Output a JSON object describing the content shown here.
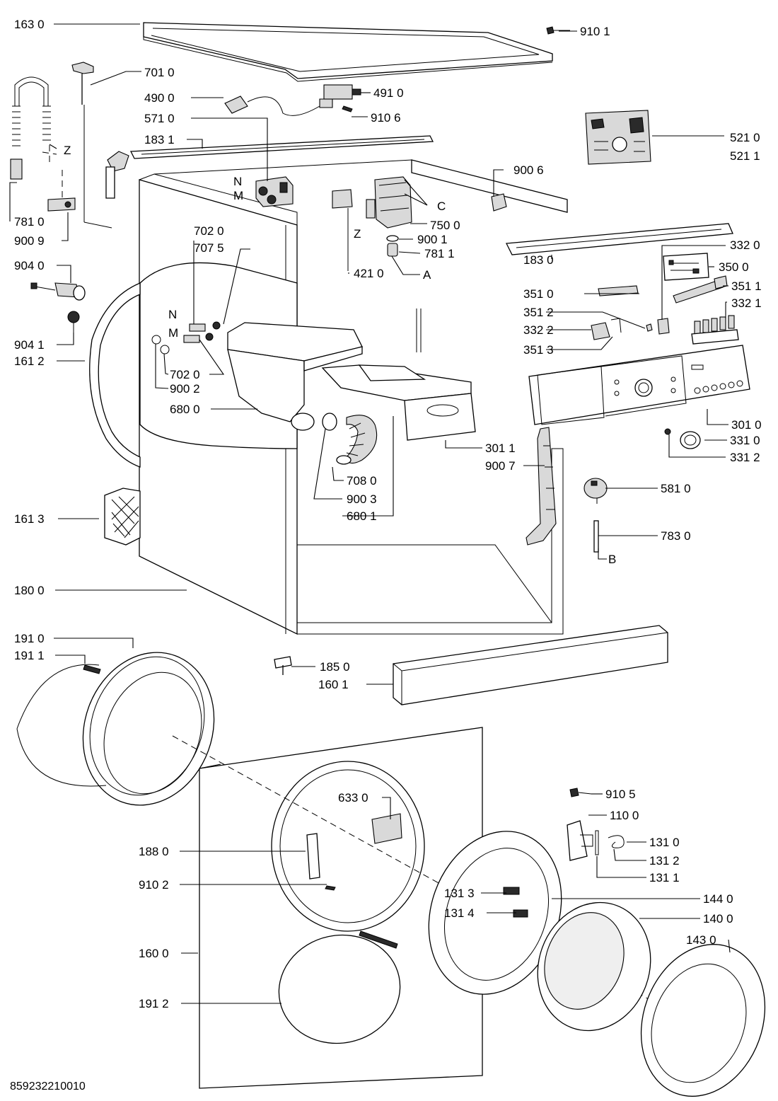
{
  "drawing_number": "859232210010",
  "callouts": {
    "c1630": "163 0",
    "c9101": "910 1",
    "c7010": "701 0",
    "c4900": "490 0",
    "c4910": "491 0",
    "c9106": "910 6",
    "c5710": "571 0",
    "c1831": "183 1",
    "c5210": "521 0",
    "c5211": "521 1",
    "c9006": "900 6",
    "c7810": "781 0",
    "c9009": "900 9",
    "c7500": "750 0",
    "c9001": "900 1",
    "c7811": "781 1",
    "c4210": "421 0",
    "c3320": "332 0",
    "c1830": "183 0",
    "c3500": "350 0",
    "c9040": "904 0",
    "c7020a": "702 0",
    "c7075": "707 5",
    "c3510": "351 0",
    "c3511": "351 1",
    "c3512": "351 2",
    "c3321": "332 1",
    "c3322": "332 2",
    "c3513": "351 3",
    "c9041": "904 1",
    "c1612": "161 2",
    "c7020b": "702 0",
    "c9002": "900 2",
    "c6800": "680 0",
    "c3010": "301 0",
    "c3310": "331 0",
    "c3312": "331 2",
    "c3011": "301 1",
    "c9007": "900 7",
    "c7080": "708 0",
    "c9003": "900 3",
    "c6801": "680 1",
    "c5810": "581 0",
    "c1613": "161 3",
    "c7830": "783 0",
    "c1800": "180 0",
    "c1910": "191 0",
    "c1911": "191 1",
    "c1850": "185 0",
    "c1601": "160 1",
    "c9105": "910 5",
    "c6330": "633 0",
    "c1100": "110 0",
    "c1310": "131 0",
    "c1880": "188 0",
    "c1312": "131 2",
    "c1311": "131 1",
    "c9102": "910 2",
    "c1313": "131 3",
    "c1440": "144 0",
    "c1314": "131 4",
    "c1400": "140 0",
    "c1430": "143 0",
    "c1600": "160 0",
    "c1912": "191 2"
  },
  "markers": {
    "z_upper": "Z",
    "z_lower": "Z",
    "n_upper": "N",
    "m_upper": "M",
    "n_lower": "N",
    "m_lower": "M",
    "c": "C",
    "a": "A",
    "b": "B"
  }
}
